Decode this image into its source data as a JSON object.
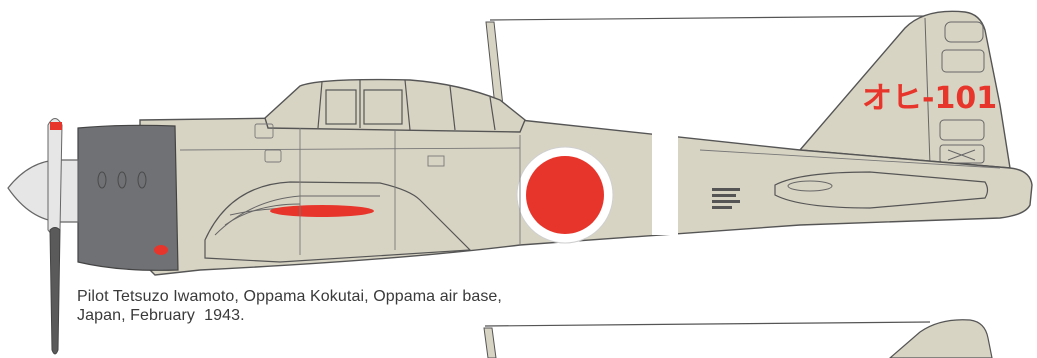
{
  "tail_code": "オヒ-101",
  "caption": {
    "line1": "Pilot Tetsuzo Iwamoto, Oppama Kokutai, Oppama air base,",
    "line2": "Japan, February  1943."
  },
  "colors": {
    "airframe": "#d8d4c4",
    "panel_lines": "#5a5a5a",
    "cowling": "#6f7175",
    "hinomaru": "#e8352b",
    "hinomaru_border": "#ffffff",
    "fuselage_band": "#ffffff",
    "tail_code": "#e8352b",
    "spinner": "#e6e6e6"
  }
}
